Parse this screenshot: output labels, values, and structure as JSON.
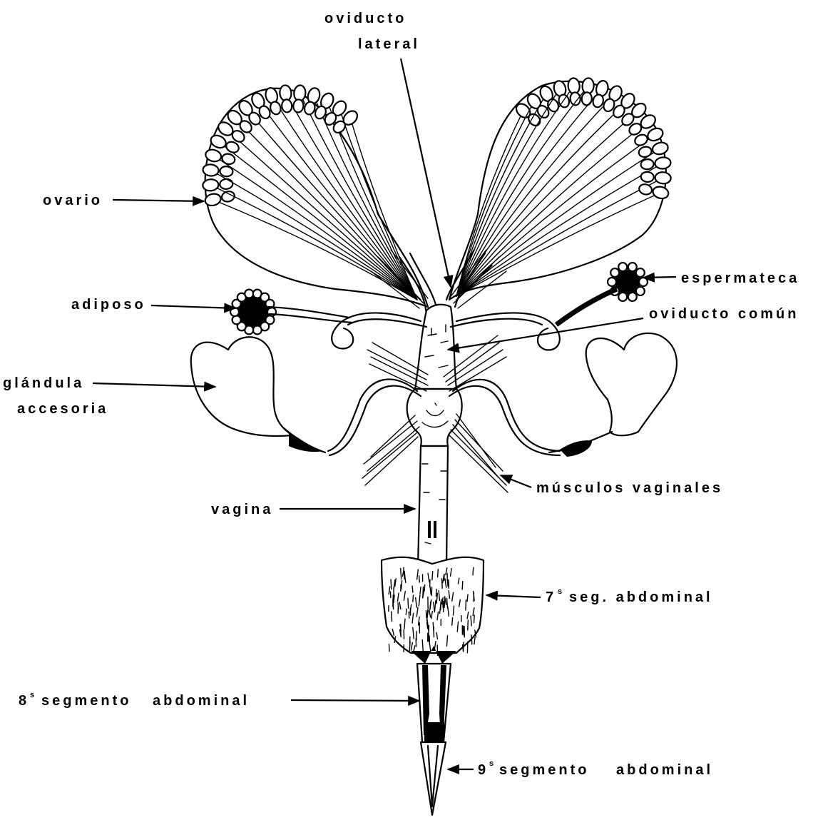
{
  "labels": {
    "oviducto_lateral_1": "oviducto",
    "oviducto_lateral_2": "lateral",
    "ovario": "ovario",
    "espermateca": "espermateca",
    "adiposo": "adiposo",
    "oviducto_comun": "oviducto común",
    "glandula_1": "glándula",
    "glandula_2": "accesoria",
    "musculos": "músculos vaginales",
    "vagina": "vagina",
    "seg7_num": "7",
    "seg7_sup": "s",
    "seg7_text": "seg. abdominal",
    "seg8_num": "8",
    "seg8_sup": "s",
    "seg8_text": "segmento abdominal",
    "seg9_num": "9",
    "seg9_sup": "s",
    "seg9_text": "segmento abdominal"
  },
  "colors": {
    "ink": "#000000",
    "background": "#ffffff"
  }
}
